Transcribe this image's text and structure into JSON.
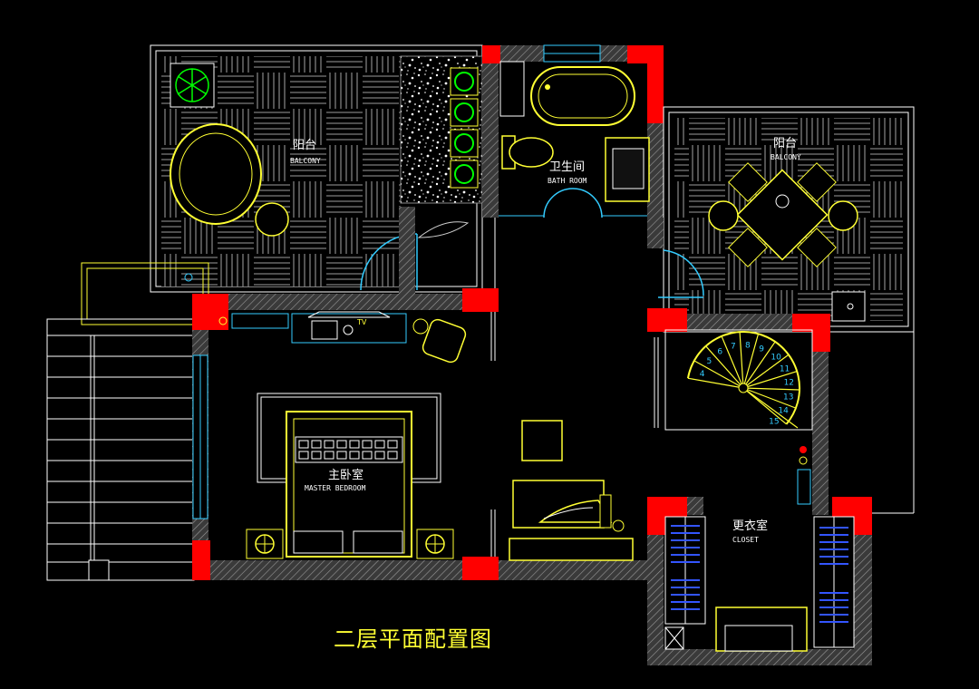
{
  "drawing": {
    "title": "二层平面配置图",
    "background": "#000000",
    "colors": {
      "wall": "#ff0000",
      "wall_hatch": "#8a8a8a",
      "furniture": "#ffff33",
      "fixtures": "#33ccff",
      "plants": "#00ff00",
      "closet_hangers": "#3355ff",
      "text": "#ffffff",
      "floor_pattern": "#d8d8d8"
    }
  },
  "rooms": {
    "balcony_left": {
      "zh": "阳台",
      "en": "BALCONY"
    },
    "bathroom": {
      "zh": "卫生间",
      "en": "BATH ROOM"
    },
    "balcony_right": {
      "zh": "阳台",
      "en": "BALCONY"
    },
    "master_bedroom": {
      "zh": "主卧室",
      "en": "MASTER BEDROOM"
    },
    "closet": {
      "zh": "更衣室",
      "en": "CLOSET"
    }
  },
  "labels": {
    "tv": "TV"
  },
  "stair": {
    "steps": [
      "4",
      "5",
      "6",
      "7",
      "8",
      "9",
      "10",
      "11",
      "12",
      "13",
      "14",
      "15"
    ]
  },
  "icons": [
    "plant-icon",
    "bathtub-icon",
    "toilet-icon",
    "sink-icon",
    "bed-icon",
    "spiral-stair-icon",
    "lamp-icon",
    "door-swing-icon",
    "wardrobe-icon"
  ]
}
